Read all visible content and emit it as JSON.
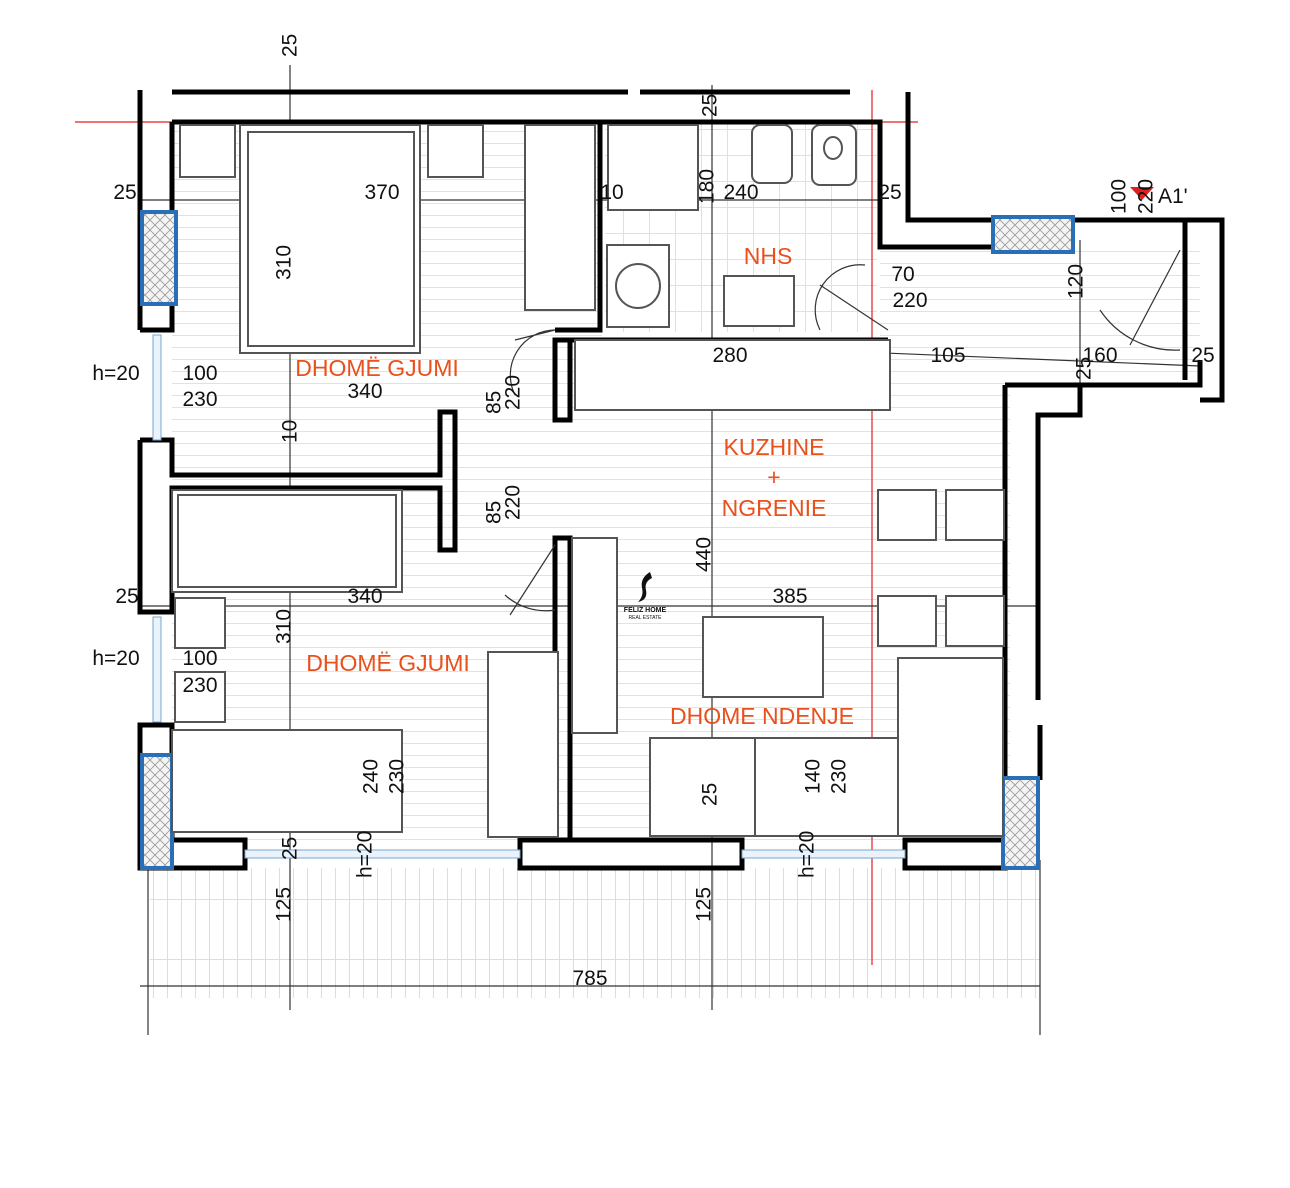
{
  "rooms": {
    "bedroom_1": "DHOMË GJUMI",
    "bedroom_2": "DHOMË GJUMI",
    "bathroom": "NHS",
    "kitchen_line1": "KUZHINE",
    "kitchen_line2": "+",
    "kitchen_line3": "NGRENIE",
    "living": "DHOME NDENJE"
  },
  "section_marker": "A1'",
  "logo": {
    "name": "FELIZ HOME",
    "tagline": "REAL ESTATE"
  },
  "dims": {
    "top_25": "25",
    "bed1_width": "370",
    "left_25": "25",
    "bed1_310": "310",
    "wall_10": "10",
    "bath_25": "25",
    "bath_240": "240",
    "bath_right_25": "25",
    "bath_180": "180",
    "door_bath_w": "70",
    "door_bath_h": "220",
    "door_ent_w": "100",
    "door_ent_h": "220",
    "hall_120": "120",
    "d_280": "280",
    "d_105": "105",
    "d_160": "160",
    "d_right_25": "25",
    "d_v25": "25",
    "win1_h": "h=20",
    "win1_w": "100",
    "win1_hh": "230",
    "bed1_340": "340",
    "door1_w": "85",
    "door1_h": "220",
    "mid_10": "10",
    "door2_w": "85",
    "door2_h": "220",
    "left2_25": "25",
    "bed2_340": "340",
    "d_440": "440",
    "d_385": "385",
    "win2_h": "h=20",
    "win2_w": "100",
    "win2_hh": "230",
    "bed2_310": "310",
    "balc1_w": "240",
    "balc1_h": "230",
    "bot_25": "25",
    "balc2_w": "140",
    "balc2_h": "230",
    "bot_left_25": "25",
    "balc1_sill": "h=20",
    "balc2_sill": "h=20",
    "terr_125a": "125",
    "terr_125b": "125",
    "total_785": "785"
  }
}
